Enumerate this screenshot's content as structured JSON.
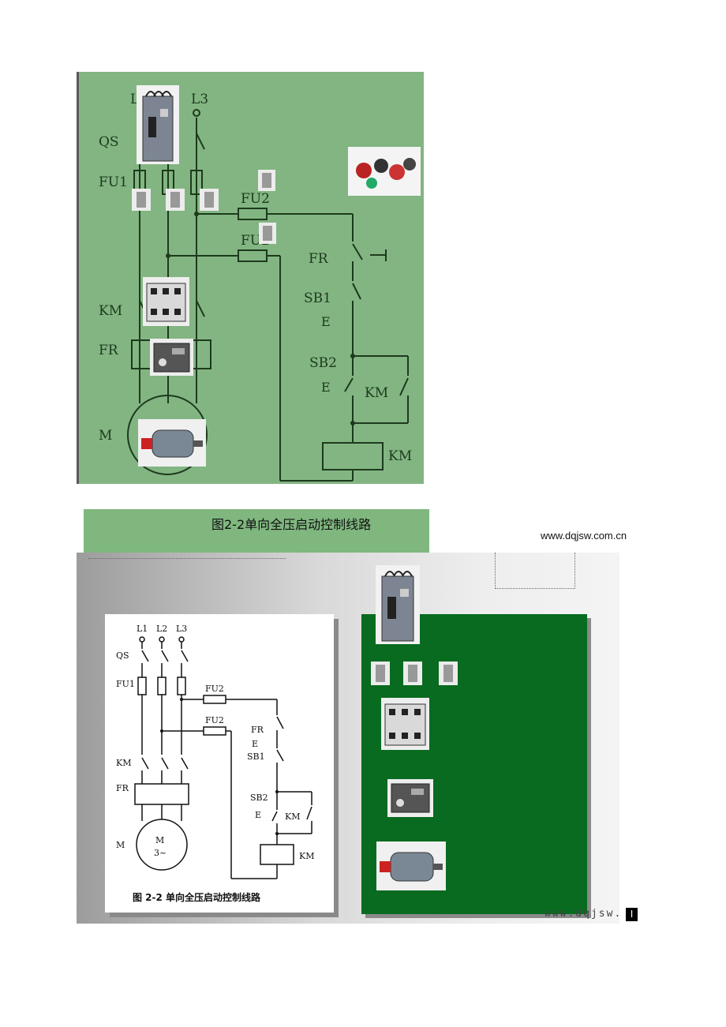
{
  "top_diagram": {
    "labels": {
      "l_first": "L",
      "l3": "L3",
      "qs": "QS",
      "fu1": "FU1",
      "fu2_a": "FU2",
      "fu2_b": "FU2",
      "fr_control": "FR",
      "sb1": "SB1",
      "km_main": "KM",
      "fr_main": "FR",
      "sb2": "SB2",
      "km_aux": "KM",
      "m": "M",
      "km_coil": "KM"
    }
  },
  "caption": "图2-2单向全压启动控制线路",
  "site_url": "www.dqjsw.com.cn",
  "ref_diagram": {
    "l1": "L1",
    "l2": "L2",
    "l3": "L3",
    "qs": "QS",
    "fu1": "FU1",
    "fu2_a": "FU2",
    "fu2_b": "FU2",
    "fr_ctrl": "FR",
    "sb1": "SB1",
    "km": "KM",
    "fr": "FR",
    "sb2": "SB2",
    "km_aux": "KM",
    "m": "M",
    "motor_m": "M",
    "motor_phase": "3~",
    "km_coil": "KM",
    "caption": "图 2-2   单向全压启动控制线路"
  },
  "watermark": "www.dqjsw.",
  "corner_mark": "I",
  "colors": {
    "top_bg": "#82b582",
    "caption_bg": "#7fb77f",
    "dark_green": "#086b1f",
    "line": "#1d3a1d"
  },
  "icons": {
    "breaker": "circuit-breaker-icon",
    "fuse": "fuse-icon",
    "contactor": "contactor-icon",
    "thermal_relay": "thermal-relay-icon",
    "motor": "motor-icon",
    "buttons": "push-buttons-icon"
  }
}
